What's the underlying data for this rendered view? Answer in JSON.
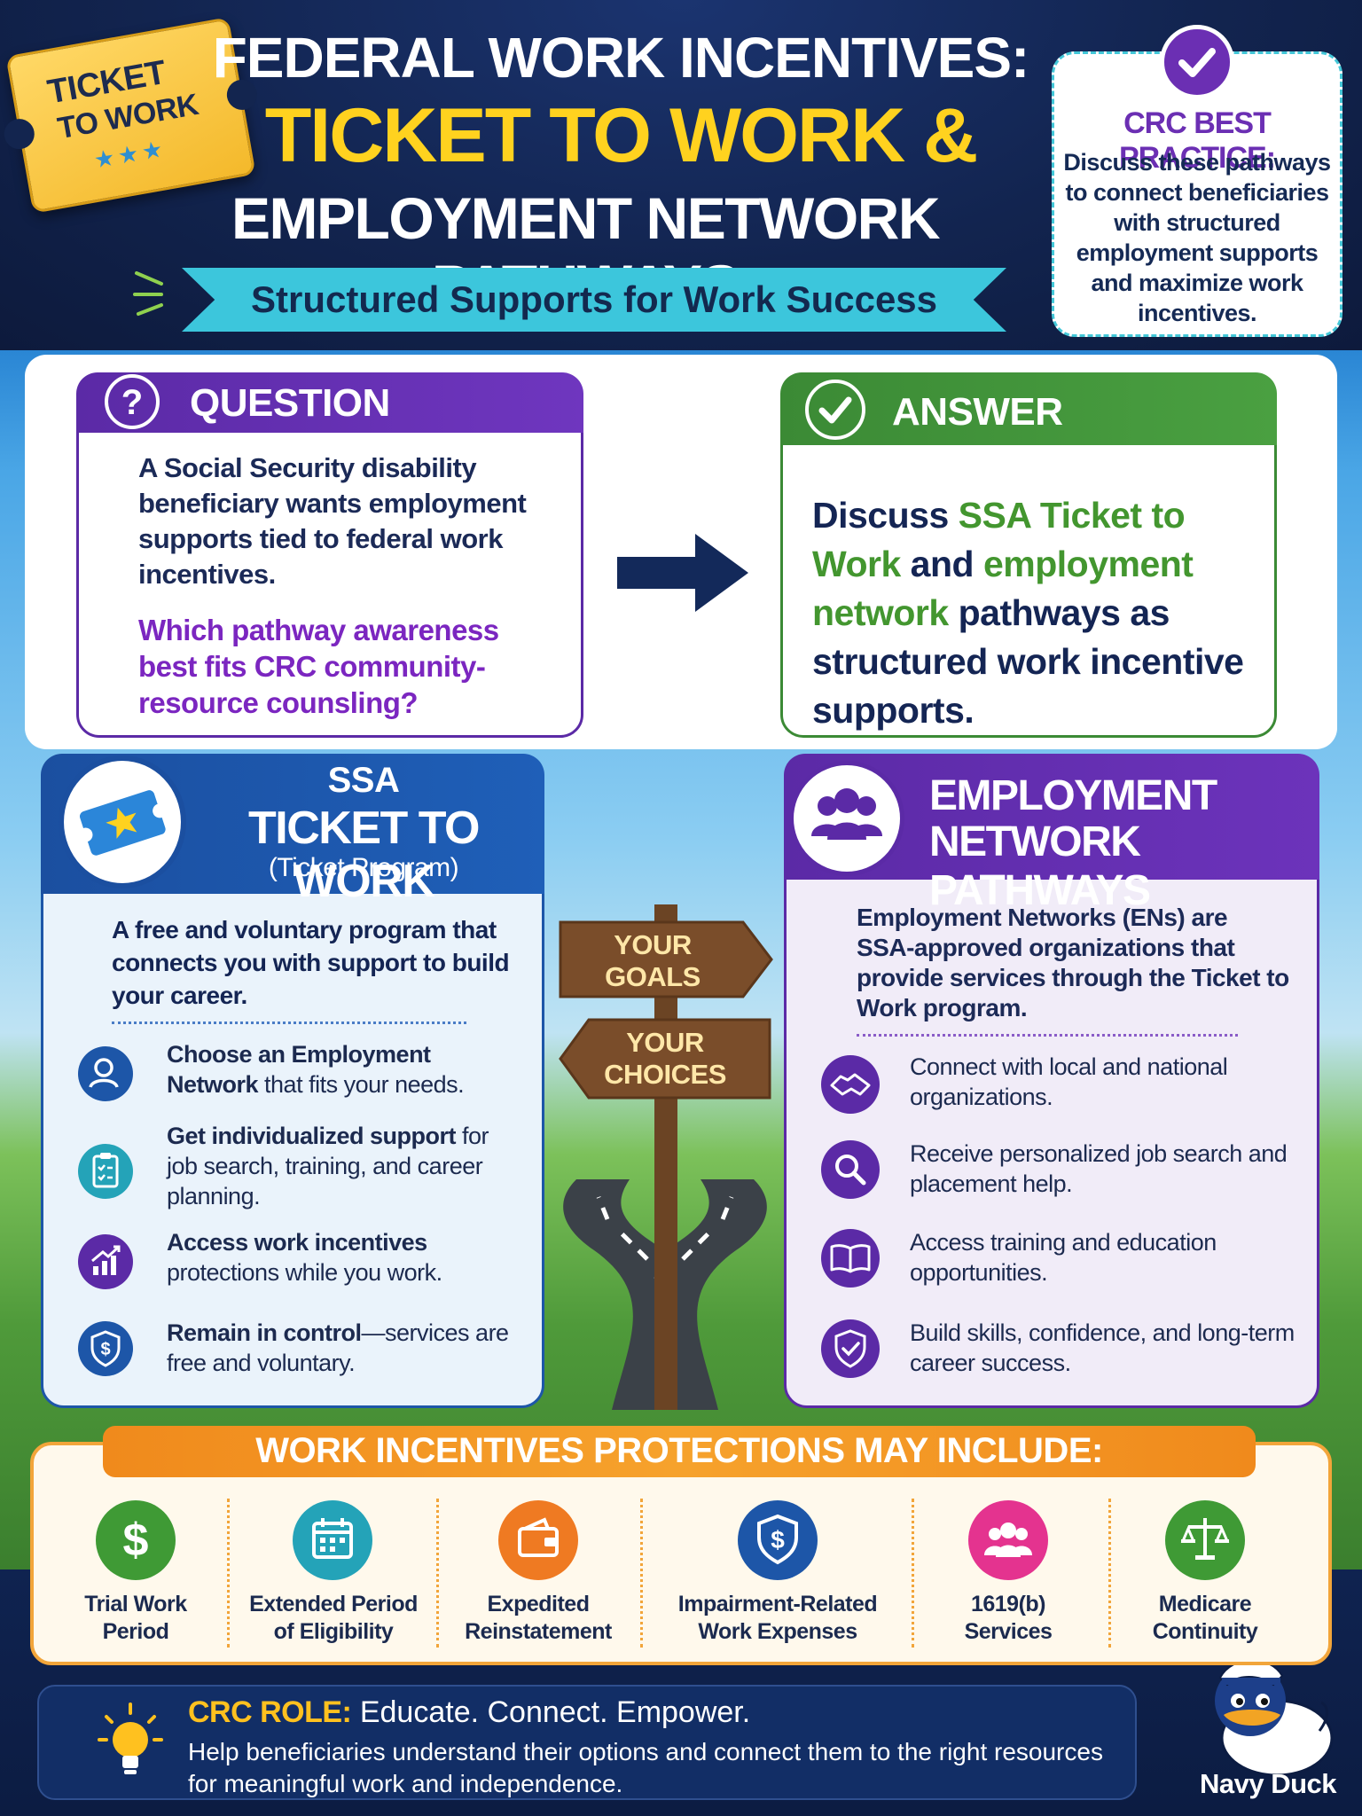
{
  "header": {
    "ticket_line1": "TICKET",
    "ticket_line2": "TO WORK",
    "ticket_stars": "★★★",
    "title_line1": "FEDERAL WORK INCENTIVES:",
    "title_line2": "TICKET TO WORK &",
    "title_line3": "EMPLOYMENT NETWORK PATHWAYS",
    "subtitle": "Structured Supports for Work Success",
    "best_practice_title": "CRC BEST PRACTICE:",
    "best_practice_text": "Discuss these pathways to connect beneficiaries with structured employment supports and maximize work incentives."
  },
  "question": {
    "title": "QUESTION",
    "text": "A Social Security disability beneficiary wants employment supports tied to federal work incentives.",
    "ask": "Which pathway awareness best fits CRC community-resource counsling?"
  },
  "answer": {
    "title": "ANSWER",
    "part1": "Discuss ",
    "hl1": "SSA Ticket to Work",
    "part2": " and ",
    "hl2": "employment network",
    "part3": " pathways as structured work incentive supports."
  },
  "ssa": {
    "title1": "SSA",
    "title2": "TICKET TO WORK",
    "title3": "(Ticket Program)",
    "description": "A free and voluntary program that connects you with support to build your career.",
    "features": [
      {
        "bold": "Choose an Employment Network",
        "rest": " that fits your needs."
      },
      {
        "bold": "Get individualized support",
        "rest": " for job search, training, and career planning."
      },
      {
        "bold": "Access work incentives",
        "rest": " protections while you work."
      },
      {
        "bold": "Remain in control",
        "rest": "—services are free and voluntary."
      }
    ]
  },
  "signpost": {
    "sign1": "YOUR GOALS",
    "sign2": "YOUR CHOICES"
  },
  "en": {
    "title1": "EMPLOYMENT",
    "title2": "NETWORK PATHWAYS",
    "description": "Employment Networks (ENs) are SSA-approved organizations that provide services through the Ticket to Work program.",
    "features": [
      {
        "text": "Connect with local and national organizations."
      },
      {
        "text": "Receive personalized job search and placement help."
      },
      {
        "text": "Access training and education opportunities."
      },
      {
        "text": "Build skills, confidence, and long-term career success."
      }
    ]
  },
  "protections": {
    "title": "WORK INCENTIVES PROTECTIONS MAY INCLUDE:",
    "items": [
      {
        "line1": "Trial Work",
        "line2": "Period",
        "color": "#3f9a35",
        "icon": "dollar-icon"
      },
      {
        "line1": "Extended Period",
        "line2": "of Eligibility",
        "color": "#24a3b8",
        "icon": "calendar-icon"
      },
      {
        "line1": "Expedited",
        "line2": "Reinstatement",
        "color": "#ef7a22",
        "icon": "wallet-icon"
      },
      {
        "line1": "Impairment-Related",
        "line2": "Work Expenses",
        "color": "#1d56a8",
        "icon": "shield-dollar-icon"
      },
      {
        "line1": "1619(b)",
        "line2": "Services",
        "color": "#e4338f",
        "icon": "people-icon"
      },
      {
        "line1": "Medicare",
        "line2": "Continuity",
        "color": "#3f9a35",
        "icon": "scales-icon"
      }
    ]
  },
  "footer": {
    "role_label": "CRC ROLE:",
    "role_tagline": " Educate. Connect. Empower.",
    "role_text": "Help beneficiaries understand their options and connect them to the right resources for meaningful work and independence.",
    "duck_name": "Navy Duck"
  },
  "colors": {
    "navy": "#0f1f47",
    "yellow": "#ffd21f",
    "purple": "#5b2aa6",
    "green": "#3b8a35",
    "blue": "#1d56a8",
    "orange": "#f08a1c",
    "teal": "#3cc6dc"
  }
}
